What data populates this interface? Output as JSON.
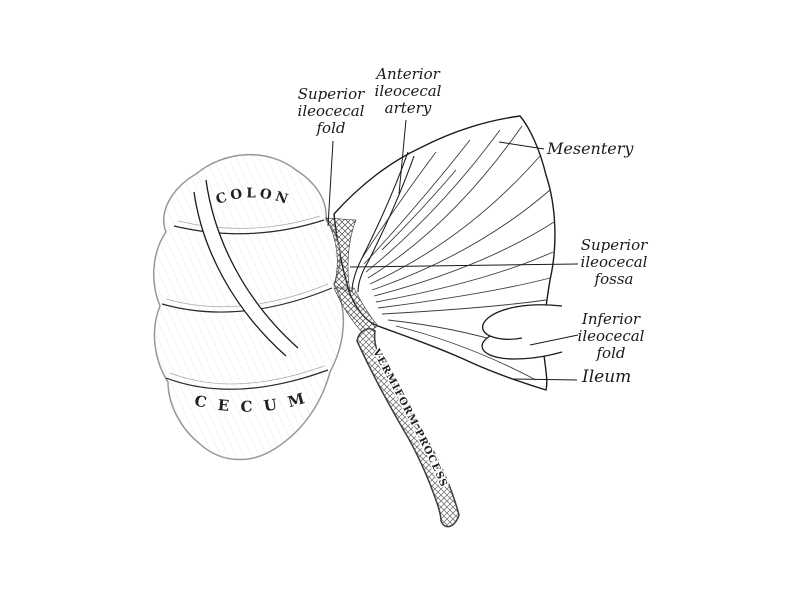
{
  "figure": {
    "background": "#ffffff",
    "ink": "#1b1b1b",
    "hatch_color": "#555555"
  },
  "annotations": {
    "superior_ileocecal_fold": {
      "lines": [
        "Superior",
        "ileocecal",
        "fold"
      ]
    },
    "anterior_ileocecal_artery": {
      "lines": [
        "Anterior",
        "ileocecal",
        "artery"
      ]
    },
    "mesentery": {
      "lines": [
        "Mesentery"
      ]
    },
    "superior_ileocecal_fossa": {
      "lines": [
        "Superior",
        "ileocecal",
        "fossa"
      ]
    },
    "inferior_ileocecal_fold": {
      "lines": [
        "Inferior",
        "ileocecal",
        "fold"
      ]
    },
    "ileum": {
      "lines": [
        "Ileum"
      ]
    }
  },
  "drawing_labels": {
    "colon": "COLON",
    "cecum": "CECUM",
    "vermiform_process": "VERMIFORM PROCESS"
  }
}
